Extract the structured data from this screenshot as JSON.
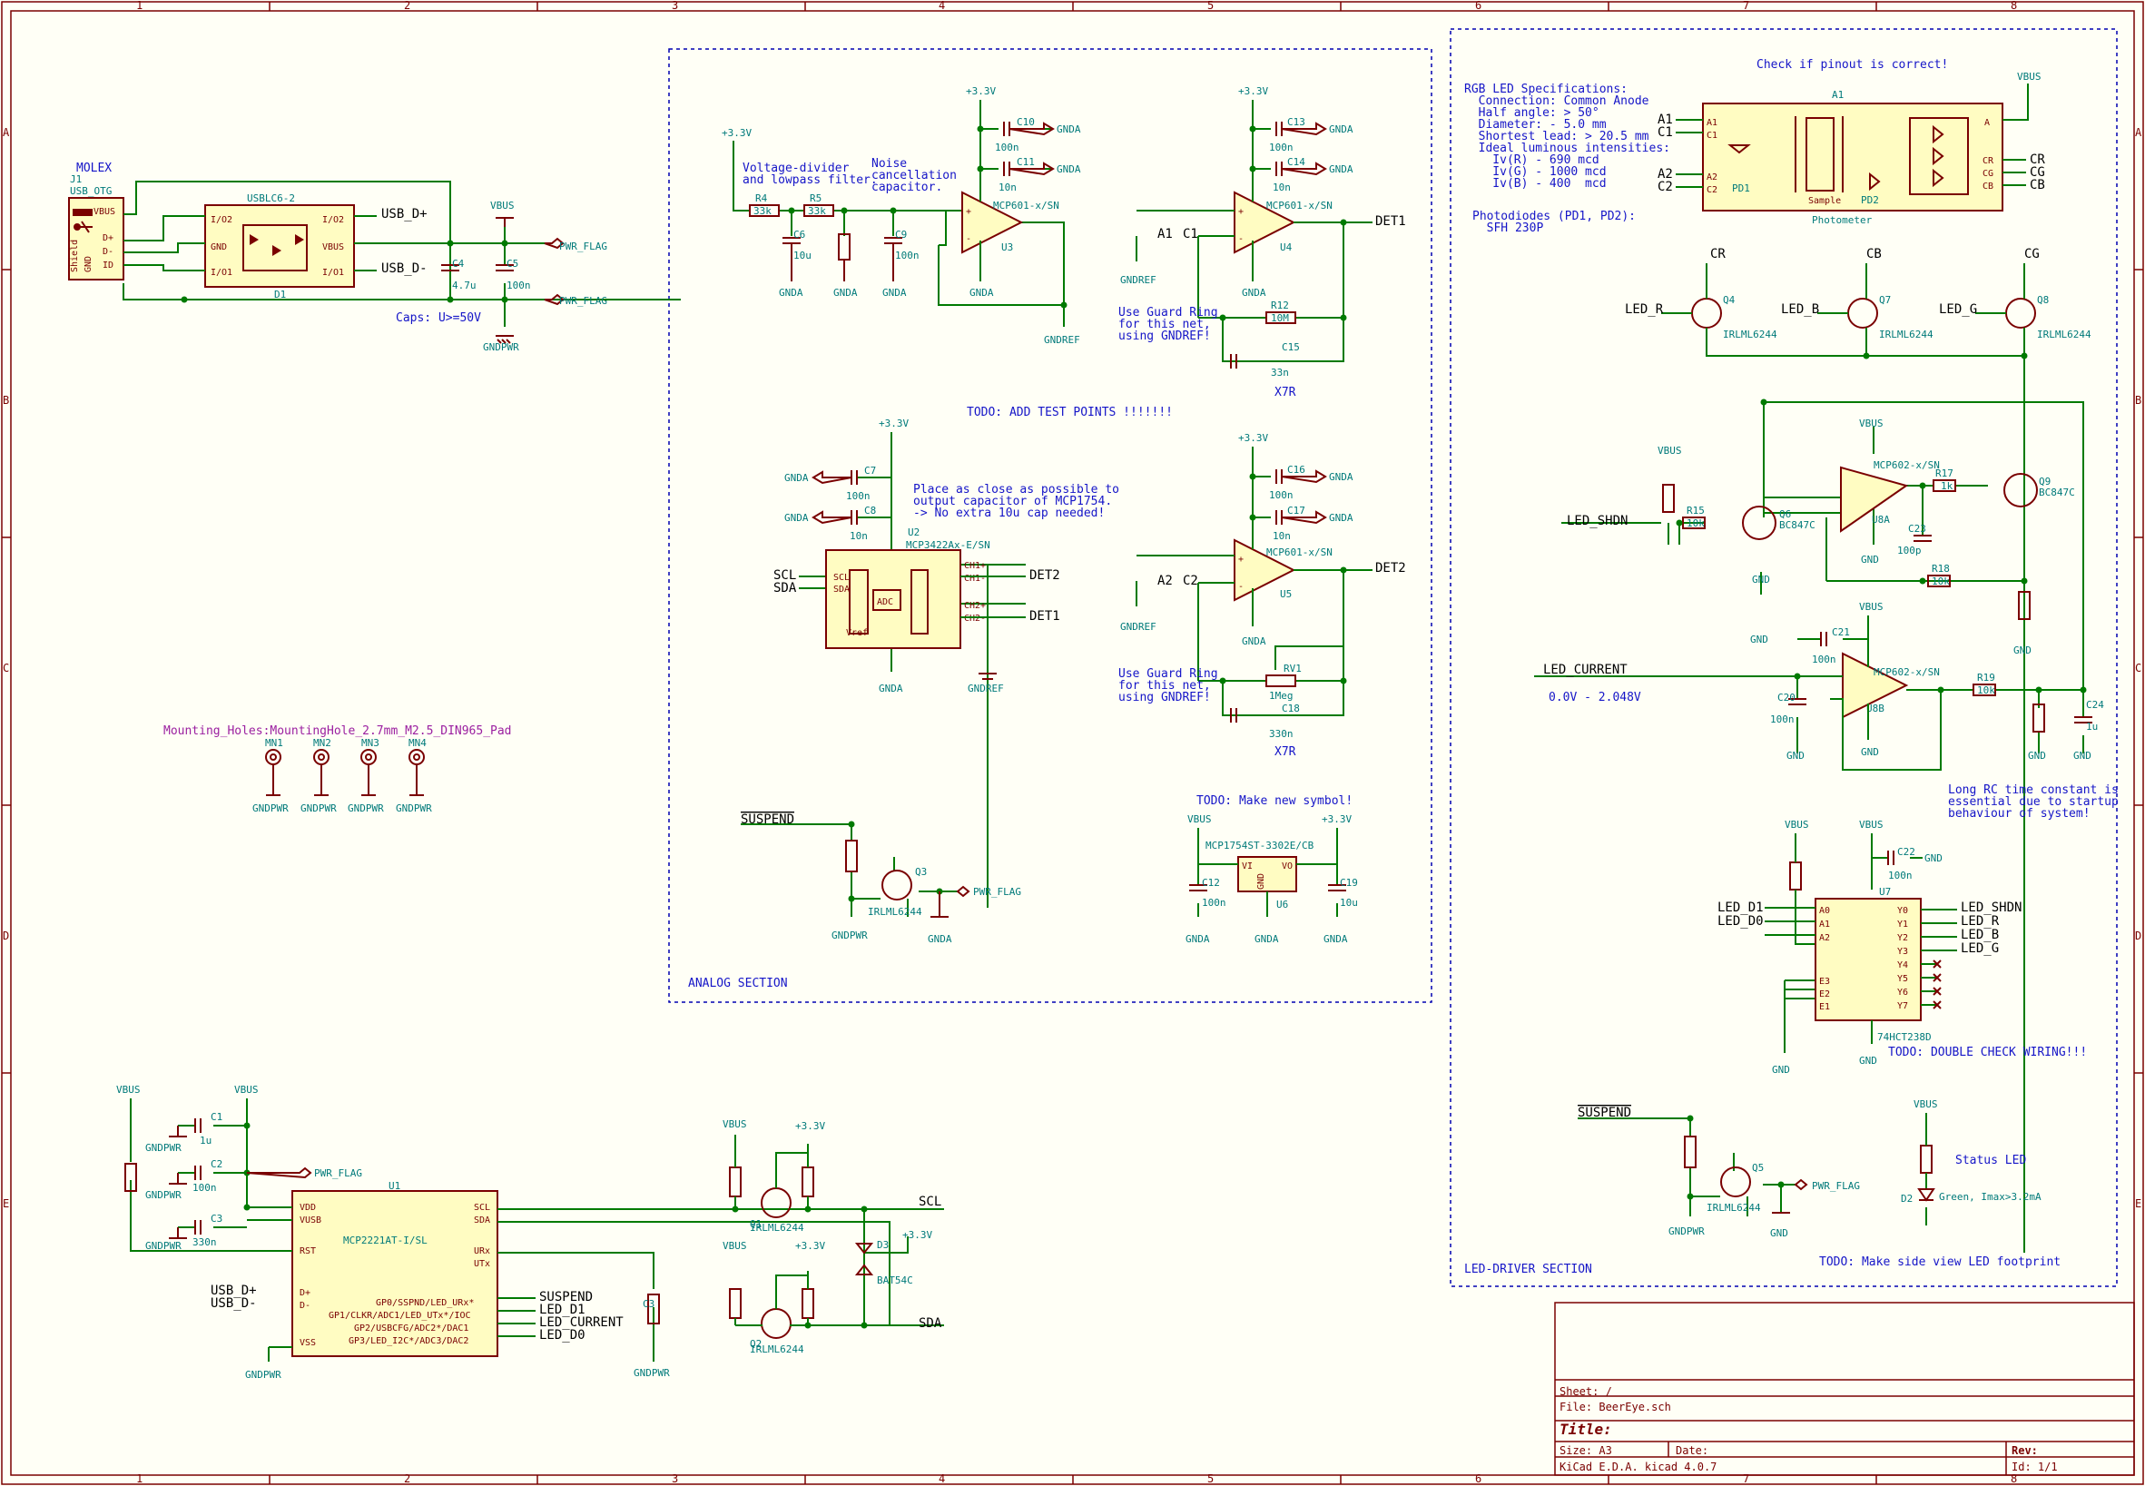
{
  "frame": {
    "columns": [
      "1",
      "2",
      "3",
      "4",
      "5",
      "6",
      "7",
      "8"
    ],
    "rows": [
      "A",
      "B",
      "C",
      "D",
      "E"
    ]
  },
  "sections": {
    "analog": "ANALOG SECTION",
    "led_driver": "LED-DRIVER SECTION"
  },
  "notes": {
    "molex": "MOLEX",
    "caps": "Caps: U>=50V",
    "vdiv1": "Voltage-divider",
    "vdiv2": "and lowpass filter.",
    "noise1": "Noise",
    "noise2": "cancellation",
    "noise3": "capacitor.",
    "guard1_1": "Use Guard Ring",
    "guard1_2": "for this net,",
    "guard1_3": "using GNDREF!",
    "guard2_1": "Use Guard Ring",
    "guard2_2": "for this net,",
    "guard2_3": "using GNDREF!",
    "x7r1": "X7R",
    "x7r2": "X7R",
    "todo_tp": "TODO: ADD TEST POINTS !!!!!!!",
    "place1": "Place as close as possible to",
    "place2": "output capacitor of MCP1754.",
    "place3": "-> No extra 10u cap needed!",
    "todo_sym": "TODO: Make new symbol!",
    "check_pinout": "Check if pinout is correct!",
    "rgb": [
      "RGB LED Specifications:",
      "  Connection: Common Anode",
      "  Half angle: > 50°",
      "  Diameter: - 5.0 mm",
      "  Shortest lead: > 20.5 mm",
      "  Ideal luminous intensities:",
      "    Iv(R) - 690 mcd",
      "    Iv(G) - 1000 mcd",
      "    Iv(B) - 400  mcd"
    ],
    "photodiodes1": "Photodiodes (PD1, PD2):",
    "photodiodes2": "  SFH 230P",
    "vrange": "0.0V - 2.048V",
    "rc1": "Long RC time constant is",
    "rc2": "essential due to startup",
    "rc3": "behaviour of system!",
    "todo_wiring": "TODO: DOUBLE CHECK WIRING!!!",
    "status_led": "Status LED",
    "green": "Green, Imax>3.2mA",
    "todo_led": "TODO: Make side view LED footprint",
    "mounting": "Mounting_Holes:MountingHole_2.7mm_M2.5_DIN965_Pad"
  },
  "components": {
    "j1_ref": "J1",
    "j1_val": "USB_OTG",
    "d1_top": "USBLC6-2",
    "d1_ref": "D1",
    "c4": "C4",
    "c4v": "4.7u",
    "c5": "C5",
    "c5v": "100n",
    "u1_ref": "U1",
    "u1_val": "MCP2221AT-I/SL",
    "u2_ref": "U2",
    "u2_val": "MCP3422Ax-E/SN",
    "u3_ref": "U3",
    "u3_val": "MCP601-x/SN",
    "u4_ref": "U4",
    "u4_val": "MCP601-x/SN",
    "u5_ref": "U5",
    "u5_val": "MCP601-x/SN",
    "u6_ref": "U6",
    "u6_val": "MCP1754ST-3302E/CB",
    "u7_ref": "U7",
    "u7_val": "74HCT238D",
    "u8a": "U8A",
    "u8b": "U8B",
    "u8_val": "MCP602-x/SN",
    "a1_ref": "A1",
    "a1_val": "Photometer",
    "pd1": "PD1",
    "pd2": "PD2",
    "sample": "Sample",
    "q_val": "IRLML6244",
    "q1": "Q1",
    "q2": "Q2",
    "q3": "Q3",
    "q4": "Q4",
    "q5": "Q5",
    "q7": "Q7",
    "q8": "Q8",
    "q6": "Q6",
    "q9": "Q9",
    "bc": "BC847C",
    "d3": "D3",
    "d3v": "BAT54C",
    "d2": "D2",
    "r4": "R4",
    "r4v": "33k",
    "r5": "R5",
    "r5v": "33k",
    "r12": "R12",
    "r12v": "10M",
    "rv1": "RV1",
    "rv1v": "1Meg",
    "r17": "R17",
    "r17v": "1k",
    "r15": "R15",
    "r15v": "10k",
    "r18": "R18",
    "r18v": "10k",
    "r19": "R19",
    "r19v": "10k",
    "c6": "C6",
    "c6v": "10u",
    "c9": "C9",
    "c9v": "100n",
    "c10": "C10",
    "c10v": "100n",
    "c11": "C11",
    "c11v": "10n",
    "c13": "C13",
    "c13v": "100n",
    "c14": "C14",
    "c14v": "10n",
    "c15": "C15",
    "c15v": "33n",
    "c16": "C16",
    "c16v": "100n",
    "c17": "C17",
    "c17v": "10n",
    "c18": "C18",
    "c18v": "330n",
    "c7": "C7",
    "c7v": "100n",
    "c8": "C8",
    "c8v": "10n",
    "c12": "C12",
    "c12v": "100n",
    "c19": "C19",
    "c19v": "10u",
    "c1": "C1",
    "c1v": "1u",
    "c2": "C2",
    "c2v": "100n",
    "c3": "C3",
    "c3v": "330n",
    "c20": "C20",
    "c20v": "100n",
    "c21": "C21",
    "c21v": "100n",
    "c22": "C22",
    "c22v": "100n",
    "c23": "C23",
    "c23v": "100p",
    "c24": "C24",
    "c24v": "1u",
    "mn1": "MN1",
    "mn2": "MN2",
    "mn3": "MN3",
    "mn4": "MN4"
  },
  "nets": {
    "usbdp": "USB_D+",
    "usbdm": "USB_D-",
    "pwr_flag": "PWR_FLAG",
    "vbus": "VBUS",
    "gndpwr": "GNDPWR",
    "gnda": "GNDA",
    "gndref": "GNDREF",
    "gnd": "GND",
    "v33": "+3.3V",
    "det1": "DET1",
    "det2": "DET2",
    "scl": "SCL",
    "sda": "SDA",
    "a1": "A1",
    "c1": "C1",
    "a2": "A2",
    "c2": "C2",
    "suspend": "SUSPEND",
    "led_d1": "LED_D1",
    "led_d0": "LED_D0",
    "led_current": "LED_CURRENT",
    "led_shdn": "LED_SHDN",
    "led_r": "LED_R",
    "led_b": "LED_B",
    "led_g": "LED_G",
    "cr": "CR",
    "cb": "CB",
    "cg": "CG"
  },
  "u1_pins": [
    "VDD",
    "VUSB",
    "RST",
    "D+",
    "D-",
    "VSS",
    "SCL",
    "SDA",
    "URx",
    "UTx",
    "GP0/SSPND/LED_URx*",
    "GP1/CLKR/ADC1/LED_UTx*/IOC",
    "GP2/USBCFG/ADC2*/DAC1",
    "GP3/LED_I2C*/ADC3/DAC2"
  ],
  "u7_pins_left": [
    "A0",
    "A1",
    "A2",
    "E3",
    "E2",
    "E1"
  ],
  "u7_pins_right": [
    "Y0",
    "Y1",
    "Y2",
    "Y3",
    "Y4",
    "Y5",
    "Y6",
    "Y7"
  ],
  "title_block": {
    "sheet": "Sheet: /",
    "file": "File: BeerEye.sch",
    "title": "Title:",
    "size": "Size: A3",
    "date": "Date:",
    "rev": "Rev:",
    "kicad": "KiCad E.D.A.  kicad 4.0.7",
    "id": "Id: 1/1"
  }
}
